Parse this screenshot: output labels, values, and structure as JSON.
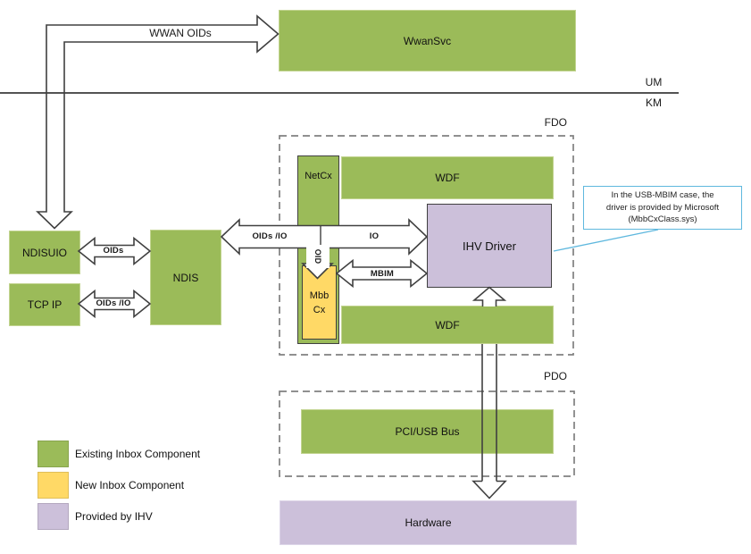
{
  "layers": {
    "um": "UM",
    "km": "KM",
    "fdo": "FDO",
    "pdo": "PDO"
  },
  "nodes": {
    "wwansvc": "WwanSvc",
    "ndisuio": "NDISUIO",
    "tcpip": "TCP IP",
    "ndis": "NDIS",
    "netcx": "NetCx",
    "wdf_top": "WDF",
    "ihv_driver": "IHV Driver",
    "mbbcx_line1": "Mbb",
    "mbbcx_line2": "Cx",
    "wdf_bottom": "WDF",
    "pci_usb_bus": "PCI/USB Bus",
    "hardware": "Hardware"
  },
  "arrow_labels": {
    "wwan_oids": "WWAN OIDs",
    "oids": "OIDs",
    "oids_io_tcpip": "OIDs /IO",
    "oids_io_ndis": "OIDs /IO",
    "io": "IO",
    "oid": "OID",
    "mbim": "MBIM"
  },
  "callout": {
    "line1": "In the USB-MBIM case, the",
    "line2": "driver is provided by Microsoft",
    "line3": "(MbbCxClass.sys)"
  },
  "legend": [
    {
      "label": "Existing Inbox Component",
      "color": "#9bbb59"
    },
    {
      "label": "New Inbox Component",
      "color": "#ffd966"
    },
    {
      "label": "Provided by IHV",
      "color": "#ccc0da"
    }
  ],
  "colors": {
    "existing_inbox_green": "#9bbb59",
    "new_inbox_yellow": "#ffd966",
    "ihv_purple": "#ccc0da",
    "arrow_stroke": "#404040",
    "dashed_border": "#808080",
    "callout_blue": "#5fb8de",
    "um_km_line": "#1a1a1a"
  }
}
